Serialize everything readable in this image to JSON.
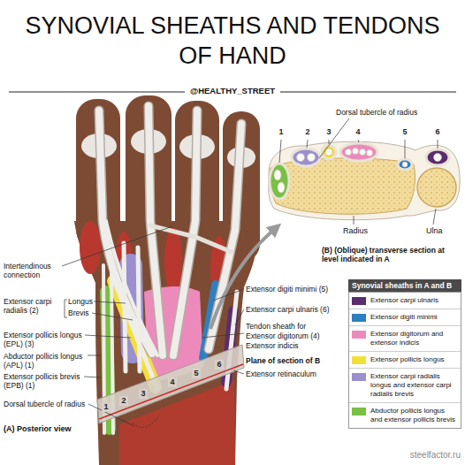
{
  "diagram": {
    "title": "SYNOVIAL SHEATHS AND TENDONS OF HAND",
    "labels": [
      "@HEALTHY_STREET",
      "Intertendinous connection",
      "Extensor carpi radialis (2)",
      "Longus",
      "Brevis",
      "Extensor pollicis longus (EPL) (3)",
      "Abductor pollicis longus (APL) (1)",
      "Extensor pollicis brevis (EPB) (1)",
      "Dorsal tubercle of radius",
      "(A) Posterior view",
      "Extensor digiti minimi (5)",
      "Extensor carpi ulnaris (6)",
      "Tendon sheath for",
      "Extensor digitorum (4)",
      "Extensor indicis",
      "Plane of section of B",
      "Extensor retinaculum",
      "1",
      "2",
      "3",
      "4",
      "5",
      "6",
      "Dorsal tubercle of radius",
      "1",
      "2",
      "3",
      "4",
      "5",
      "6",
      "Radius",
      "Ulna",
      "(B) (Oblique) transverse section at level indicated in A",
      "Synovial sheaths in A and B",
      "steelfactor.ru"
    ],
    "legend": [
      {
        "text": "Extensor carpi ulnaris",
        "color": "#5a2d6e"
      },
      {
        "text": "Extensor digiti minimi",
        "color": "#2e7fbf"
      },
      {
        "text": "Extensor digitorum and extensor indicis",
        "color": "#ec8bbb"
      },
      {
        "text": "Extensor pollicis longus",
        "color": "#f2df3a"
      },
      {
        "text": "Extensor carpi radialis longus and extensor carpi radialis brevis",
        "color": "#9b8fcf"
      },
      {
        "text": "Abductor pollicis longus and extensor pollicis brevis",
        "color": "#79c043"
      }
    ]
  }
}
